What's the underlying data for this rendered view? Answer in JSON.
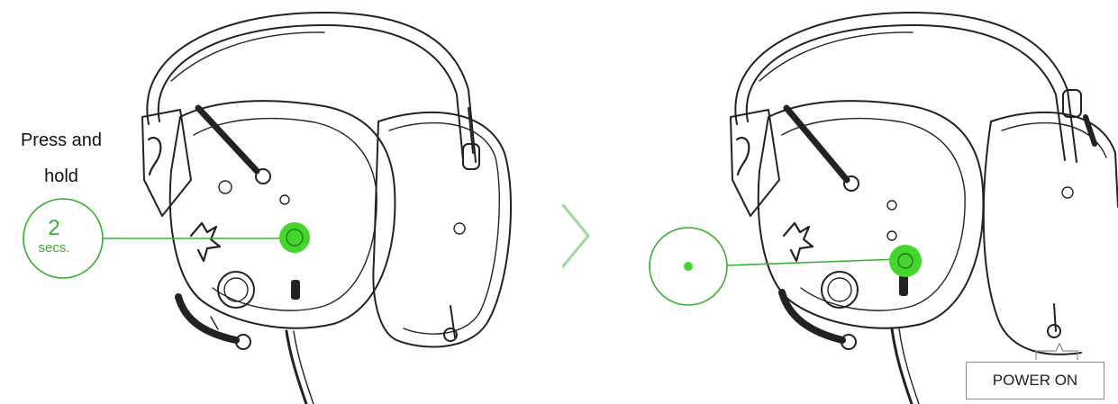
{
  "steps": [
    {
      "instruction_line1": "Press and",
      "instruction_line2": "hold",
      "timer_value": "2",
      "timer_unit": "secs."
    },
    {
      "status_label": "POWER ON"
    }
  ],
  "icons": {
    "arrow": "chevron-right-icon",
    "headset": "headset-illustration",
    "led": "status-led-icon",
    "button": "power-button-icon"
  },
  "colors": {
    "accent_green": "#35b12f",
    "led_glow": "#44d62c",
    "line_art": "#222222",
    "chevron": "#9fd99a",
    "box_border": "#8a8a8a"
  }
}
